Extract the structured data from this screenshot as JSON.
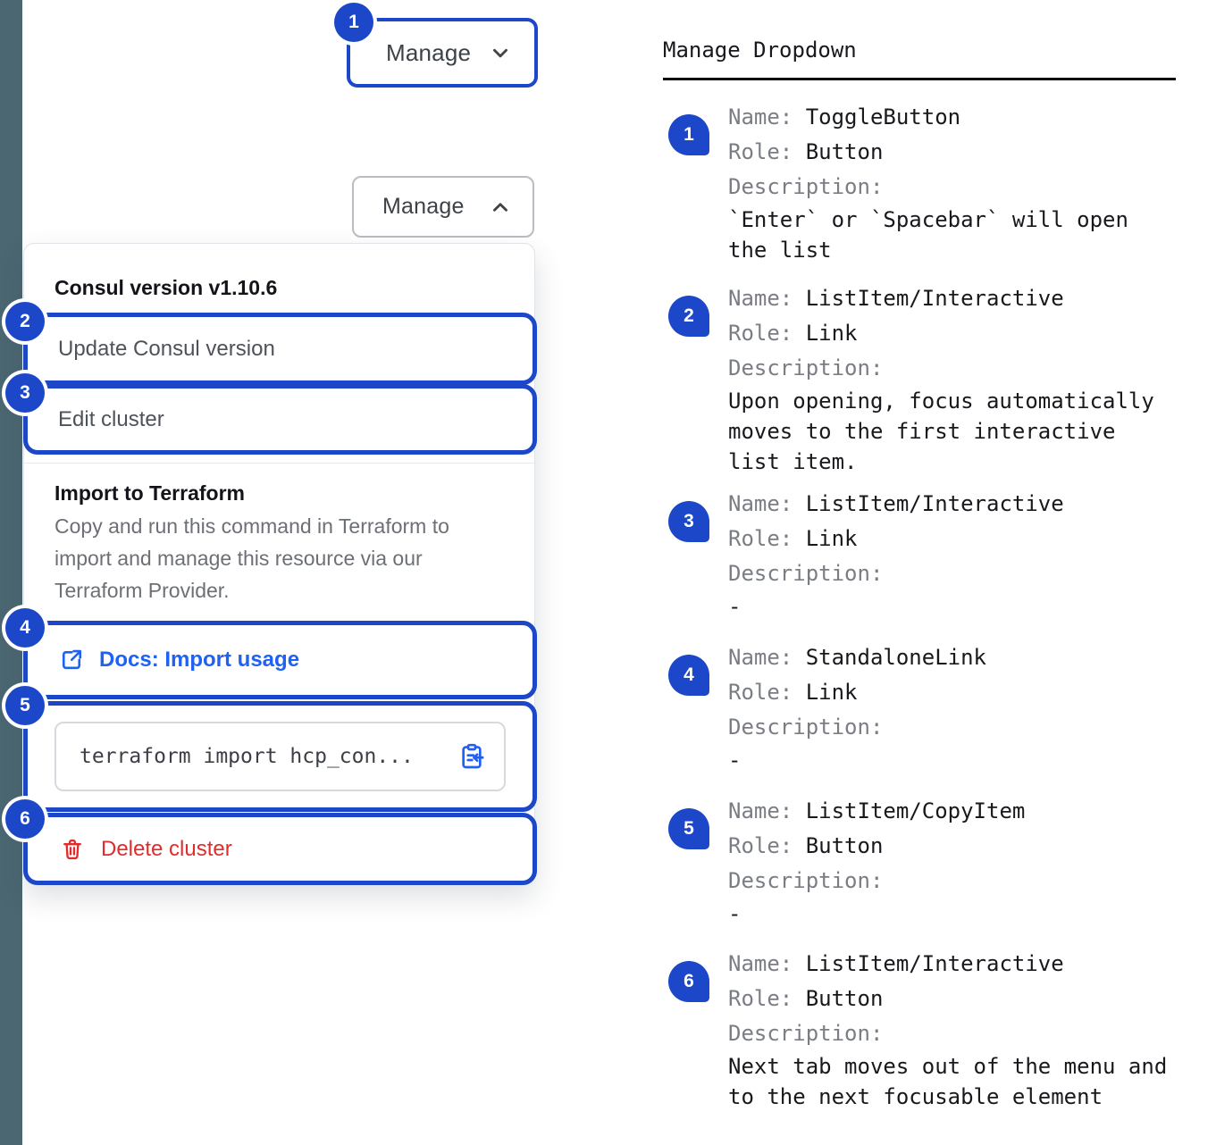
{
  "colors": {
    "accent_blue": "#1b47c8",
    "link_blue": "#1f61f2",
    "danger_red": "#e02c2c",
    "edge_stripe": "#4b6771"
  },
  "stage": {
    "toggle_button": {
      "badge": "1",
      "label": "Manage"
    },
    "expanded_button": {
      "label": "Manage"
    },
    "menu": {
      "version_header": "Consul version v1.10.6",
      "items": [
        {
          "badge": "2",
          "label": "Update Consul version"
        },
        {
          "badge": "3",
          "label": "Edit cluster"
        }
      ],
      "import_section": {
        "title": "Import to Terraform",
        "description": "Copy and run this command in Terraform to import and manage this resource via our Terraform Provider.",
        "docs_link": {
          "badge": "4",
          "label": "Docs: Import usage"
        },
        "command": {
          "badge": "5",
          "text": "terraform import hcp_con..."
        }
      },
      "delete_item": {
        "badge": "6",
        "label": "Delete cluster"
      }
    }
  },
  "doc_panel": {
    "title": "Manage Dropdown",
    "labels": {
      "name": "Name: ",
      "role": "Role: ",
      "description": "Description:"
    },
    "entries": [
      {
        "num": "1",
        "name": "ToggleButton",
        "role": "Button",
        "description": "`Enter` or `Spacebar` will open the list"
      },
      {
        "num": "2",
        "name": "ListItem/Interactive",
        "role": "Link",
        "description": "Upon opening, focus automatically moves to the first interactive list item."
      },
      {
        "num": "3",
        "name": "ListItem/Interactive",
        "role": "Link",
        "description": "-"
      },
      {
        "num": "4",
        "name": "StandaloneLink",
        "role": "Link",
        "description": "-"
      },
      {
        "num": "5",
        "name": "ListItem/CopyItem",
        "role": "Button",
        "description": "-"
      },
      {
        "num": "6",
        "name": "ListItem/Interactive",
        "role": "Button",
        "description": "Next tab moves out of the menu and to the next focusable element"
      }
    ]
  }
}
